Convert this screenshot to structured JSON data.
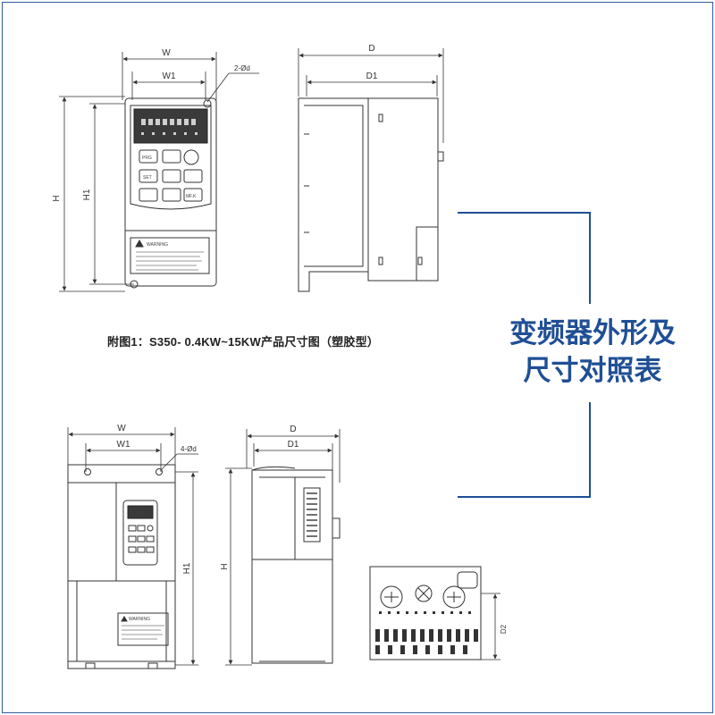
{
  "title": {
    "line1": "变频器外形及",
    "line2": "尺寸对照表"
  },
  "figure1": {
    "caption": "附图1：S350- 0.4KW~15KW产品尺寸图（塑胶型）",
    "dimension_labels": {
      "w": "W",
      "w1": "W1",
      "hole": "2-Ød",
      "h": "H",
      "h1": "H1",
      "d": "D",
      "d1": "D1"
    },
    "keypad_labels": [
      "PRG",
      "SET",
      "MF.K"
    ],
    "warning_text": "WARNING"
  },
  "figure2": {
    "dimension_labels": {
      "w": "W",
      "w1": "W1",
      "hole": "4-Ød",
      "h": "H",
      "h1": "H1",
      "d": "D",
      "d1": "D1",
      "d2": "D2"
    },
    "warning_text": "WARNING"
  },
  "colors": {
    "accent": "#1f4f95",
    "line": "#2b2b2b"
  }
}
